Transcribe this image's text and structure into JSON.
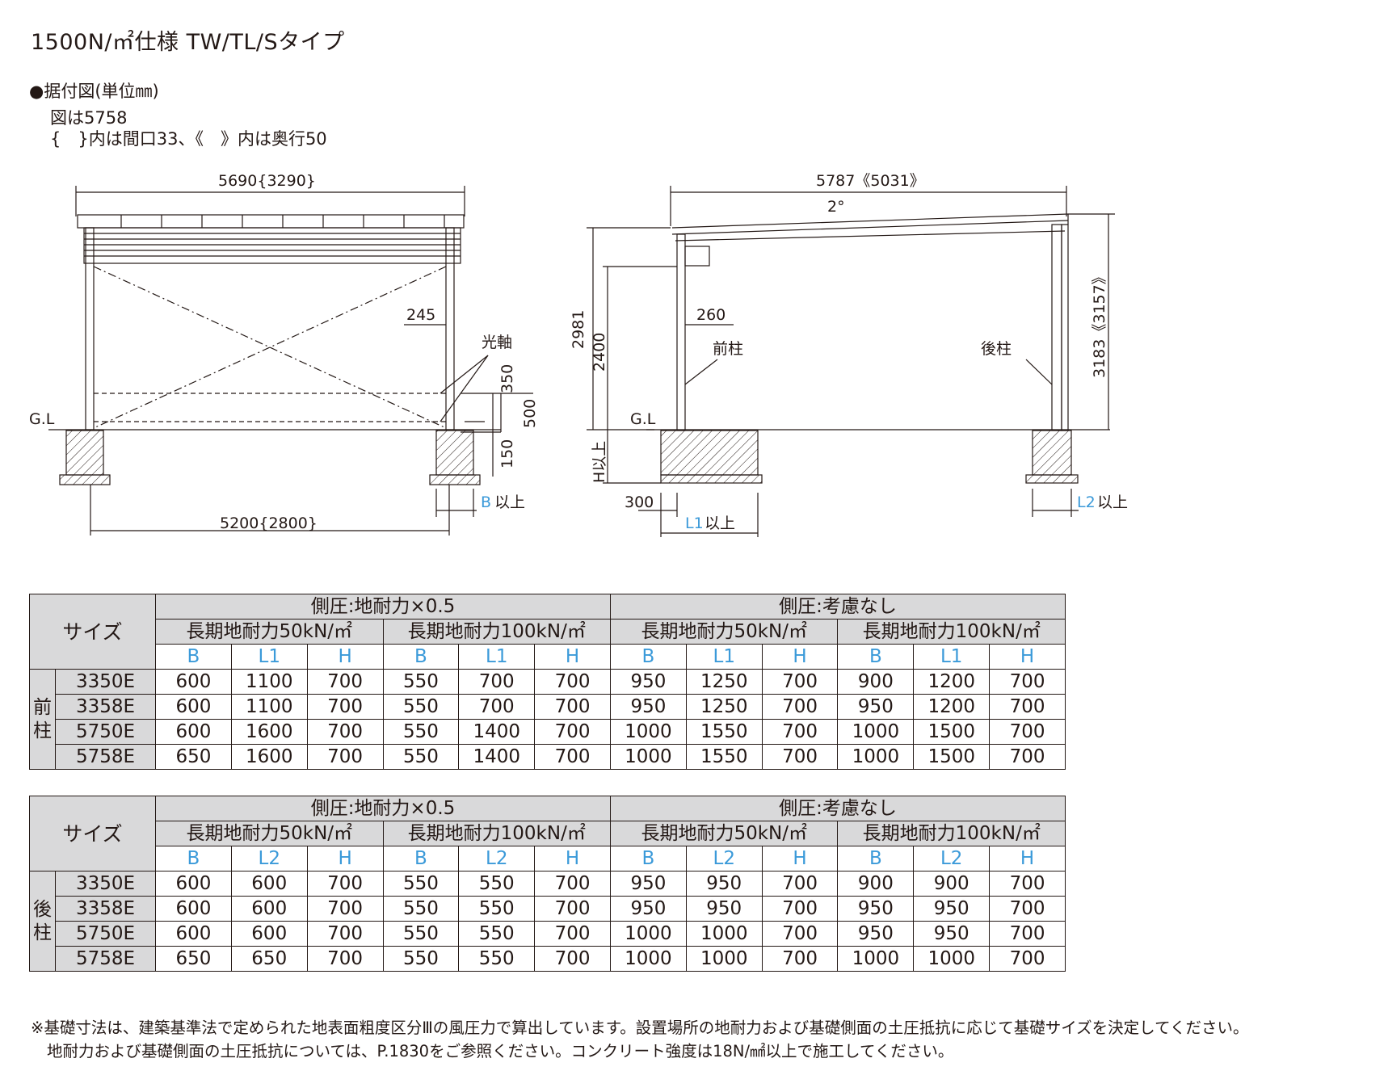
{
  "title": "1500N/㎡仕様 TW/TL/Sタイプ",
  "subtitle": {
    "heading": "●据付図(単位㎜)",
    "line1": "図は5758",
    "line2": "{　}内は間口33、《　》内は奥行50"
  },
  "front_view": {
    "width_label": "5690{3290}",
    "span_label": "5200{2800}",
    "post_label": "245",
    "gl_label": "G.L",
    "axis_label": "光軸",
    "dim_350": "350",
    "dim_500": "500",
    "dim_150": "150",
    "b_letter": "B",
    "b_suffix": "以上"
  },
  "side_view": {
    "depth_label": "5787《5031》",
    "angle_label": "2°",
    "height_2981": "2981",
    "height_2400": "2400",
    "dim_260": "260",
    "front_post_label": "前柱",
    "rear_post_label": "後柱",
    "height_right": "3183《3157》",
    "gl_label": "G.L",
    "h_letter": "H",
    "h_suffix": "以上",
    "dim_300": "300",
    "l1_letter": "L1",
    "l1_suffix": "以上",
    "l2_letter": "L2",
    "l2_suffix": "以上"
  },
  "table_front": {
    "size_header": "サイズ",
    "group_headers": [
      "側圧:地耐力×0.5",
      "側圧:考慮なし"
    ],
    "sub_headers": [
      "長期地耐力50kN/㎡",
      "長期地耐力100kN/㎡",
      "長期地耐力50kN/㎡",
      "長期地耐力100kN/㎡"
    ],
    "columns": [
      "B",
      "L1",
      "H",
      "B",
      "L1",
      "H",
      "B",
      "L1",
      "H",
      "B",
      "L1",
      "H"
    ],
    "row_group": "前柱",
    "rows": [
      {
        "size": "3350E",
        "values": [
          "600",
          "1100",
          "700",
          "550",
          "700",
          "700",
          "950",
          "1250",
          "700",
          "900",
          "1200",
          "700"
        ]
      },
      {
        "size": "3358E",
        "values": [
          "600",
          "1100",
          "700",
          "550",
          "700",
          "700",
          "950",
          "1250",
          "700",
          "950",
          "1200",
          "700"
        ]
      },
      {
        "size": "5750E",
        "values": [
          "600",
          "1600",
          "700",
          "550",
          "1400",
          "700",
          "1000",
          "1550",
          "700",
          "1000",
          "1500",
          "700"
        ]
      },
      {
        "size": "5758E",
        "values": [
          "650",
          "1600",
          "700",
          "550",
          "1400",
          "700",
          "1000",
          "1550",
          "700",
          "1000",
          "1500",
          "700"
        ]
      }
    ]
  },
  "table_rear": {
    "size_header": "サイズ",
    "group_headers": [
      "側圧:地耐力×0.5",
      "側圧:考慮なし"
    ],
    "sub_headers": [
      "長期地耐力50kN/㎡",
      "長期地耐力100kN/㎡",
      "長期地耐力50kN/㎡",
      "長期地耐力100kN/㎡"
    ],
    "columns": [
      "B",
      "L2",
      "H",
      "B",
      "L2",
      "H",
      "B",
      "L2",
      "H",
      "B",
      "L2",
      "H"
    ],
    "row_group": "後柱",
    "rows": [
      {
        "size": "3350E",
        "values": [
          "600",
          "600",
          "700",
          "550",
          "550",
          "700",
          "950",
          "950",
          "700",
          "900",
          "900",
          "700"
        ]
      },
      {
        "size": "3358E",
        "values": [
          "600",
          "600",
          "700",
          "550",
          "550",
          "700",
          "950",
          "950",
          "700",
          "950",
          "950",
          "700"
        ]
      },
      {
        "size": "5750E",
        "values": [
          "600",
          "600",
          "700",
          "550",
          "550",
          "700",
          "1000",
          "1000",
          "700",
          "950",
          "950",
          "700"
        ]
      },
      {
        "size": "5758E",
        "values": [
          "650",
          "650",
          "700",
          "550",
          "550",
          "700",
          "1000",
          "1000",
          "700",
          "1000",
          "1000",
          "700"
        ]
      }
    ]
  },
  "notes": [
    "※基礎寸法は、建築基準法で定められた地表面粗度区分Ⅲの風圧力で算出しています。設置場所の地耐力および基礎側面の土圧抵抗に応じて基礎サイズを決定してください。",
    "地耐力および基礎側面の土圧抵抗については、P.1830をご参照ください。コンクリート強度は18N/㎟以上で施工してください。"
  ],
  "colors": {
    "accent_blue": "#3b9ad9",
    "header_gray": "#d9d9da",
    "ink": "#231815"
  }
}
